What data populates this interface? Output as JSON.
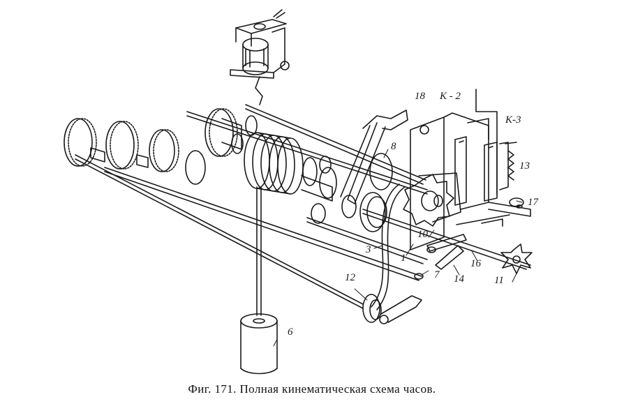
{
  "figure": {
    "caption_number": "Фиг. 171.",
    "caption_text": "Полная кинематическая схема часов.",
    "labels": {
      "l1": "1",
      "l3": "3",
      "l6": "6",
      "l7": "7",
      "l8": "8",
      "l10": "10",
      "l11": "11",
      "l12": "12",
      "l13": "13",
      "l14": "14",
      "l16": "16",
      "l17": "17",
      "l18": "18",
      "k2": "К - 2",
      "k3": "К-3"
    }
  },
  "colors": {
    "ink": "#1a1a1a",
    "paper": "#ffffff"
  }
}
